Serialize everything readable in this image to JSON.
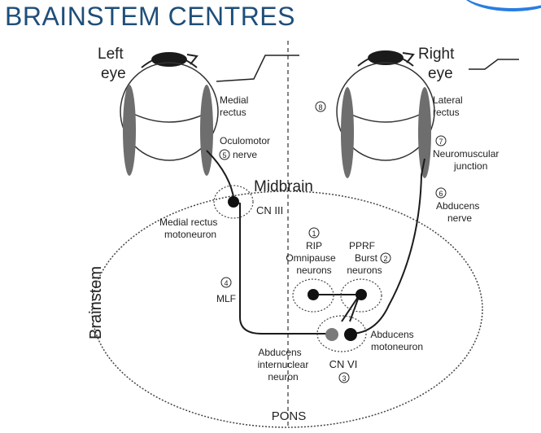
{
  "slide": {
    "title": "BRAINSTEM CENTRES"
  },
  "diagram": {
    "left_eye": {
      "line1": "Left",
      "line2": "eye"
    },
    "right_eye": {
      "line1": "Right",
      "line2": "eye"
    },
    "medial_rectus": {
      "line1": "Medial",
      "line2": "rectus"
    },
    "lateral_rectus": {
      "line1": "Lateral",
      "line2": "rectus"
    },
    "oculomotor_nerve": {
      "line1": "Oculomotor",
      "line2": "nerve",
      "num": "5"
    },
    "neuromuscular_junction": {
      "line1": "Neuromuscular",
      "line2": "junction",
      "num": "7"
    },
    "abducens_nerve": {
      "line1": "Abducens",
      "line2": "nerve",
      "num": "6"
    },
    "step8": {
      "num": "8"
    },
    "midbrain": "Midbrain",
    "cn3": "CN III",
    "mr_motoneuron": {
      "line1": "Medial rectus",
      "line2": "motoneuron"
    },
    "rip": {
      "num": "1",
      "line1": "RIP",
      "line2": "Omnipause",
      "line3": "neurons"
    },
    "pprf": {
      "num": "2",
      "line1": "PPRF",
      "line2": "Burst",
      "line3": "neurons"
    },
    "mlf": {
      "num": "4",
      "label": "MLF"
    },
    "brainstem": "Brainstem",
    "abducens_internuclear": {
      "line1": "Abducens",
      "line2": "internuclear",
      "line3": "neuron"
    },
    "cn6": {
      "label": "CN VI",
      "num": "3"
    },
    "abducens_motoneuron": {
      "line1": "Abducens",
      "line2": "motoneuron"
    },
    "pons": "PONS"
  },
  "colors": {
    "title": "#1f4e79",
    "muscle": "#6e6e6e",
    "internuclear_neuron": "#7a7a7a",
    "line": "#1a1a1a"
  }
}
